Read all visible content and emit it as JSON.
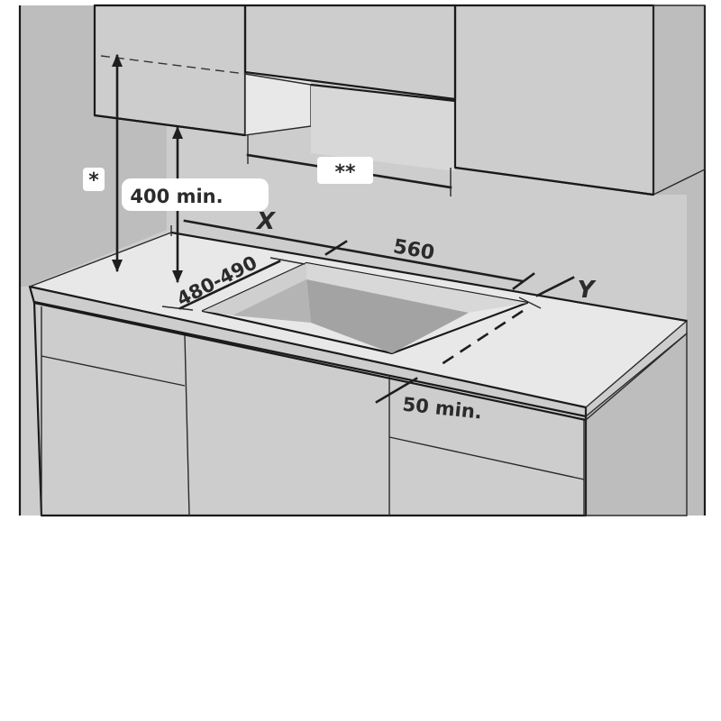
{
  "labels": {
    "height_marker": "*",
    "clearance_marker": "**",
    "min_height": "400 min.",
    "dim_x": "X",
    "dim_y": "Y",
    "dim_width": "560",
    "dim_depth": "480-490",
    "dim_front_min": "50 min."
  },
  "colors": {
    "wall": "#c8c8c8",
    "wall_dark": "#b9b9b9",
    "countertop": "#e6e6e6",
    "countertop_edge": "#d2d2d2",
    "cabinet": "#ffffff",
    "cutout_floor": "#a9a9a9",
    "cutout_wall": "#cfcfcf",
    "line": "#1a1a1a"
  }
}
